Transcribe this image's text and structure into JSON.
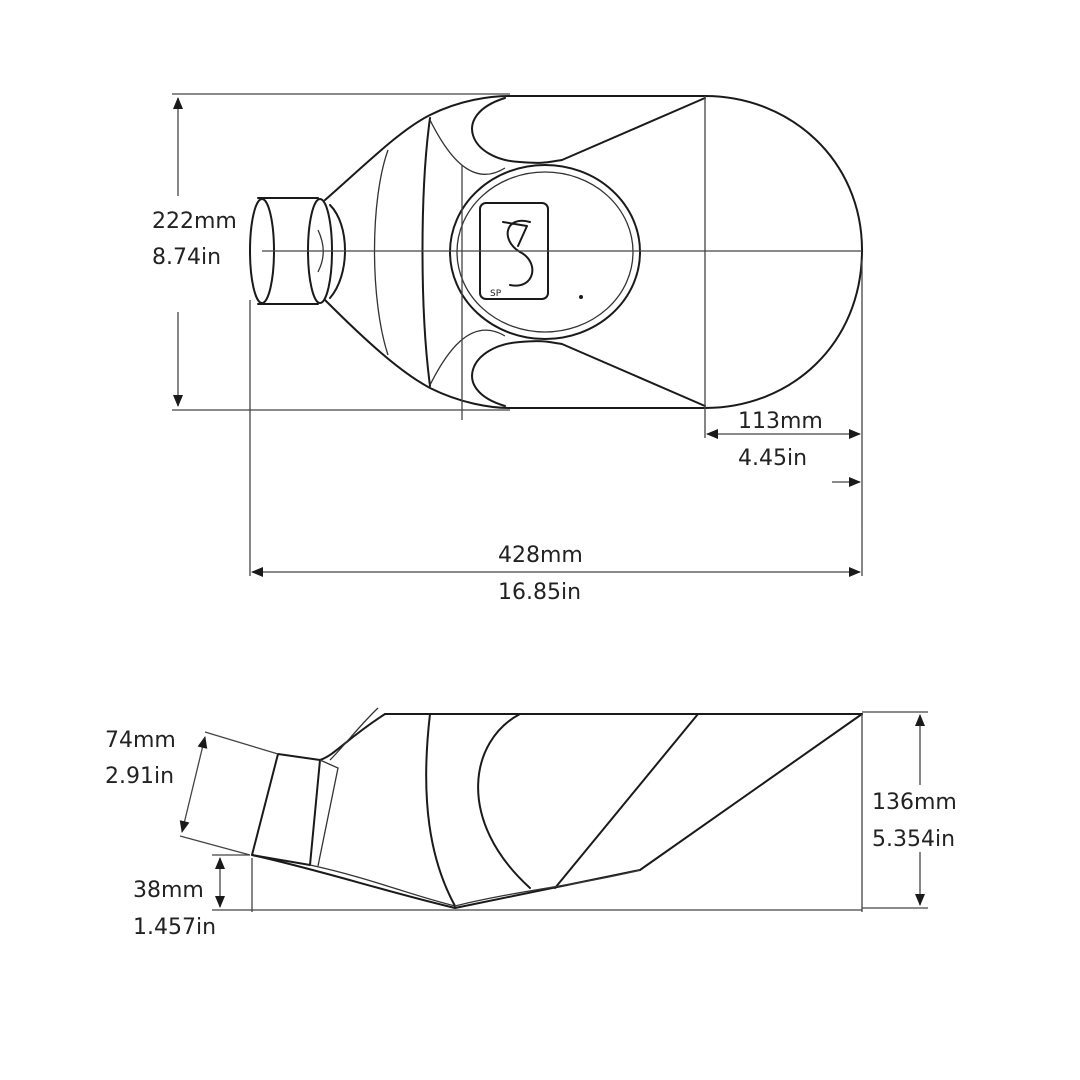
{
  "top_view": {
    "width_label_mm": "222mm",
    "width_label_in": "8.74in",
    "length_label_mm": "428mm",
    "length_label_in": "16.85in",
    "bowl_label_mm": "113mm",
    "bowl_label_in": "4.45in"
  },
  "side_view": {
    "inlet_label_mm": "74mm",
    "inlet_label_in": "2.91in",
    "inlet_height_label_mm": "38mm",
    "inlet_height_label_in": "1.457in",
    "height_label_mm": "136mm",
    "height_label_in": "5.354in"
  },
  "logo": {
    "text": "SP",
    "icon": "brand-logo"
  },
  "colors": {
    "line": "#1a1a1a",
    "text": "#222222",
    "background": "#ffffff"
  }
}
